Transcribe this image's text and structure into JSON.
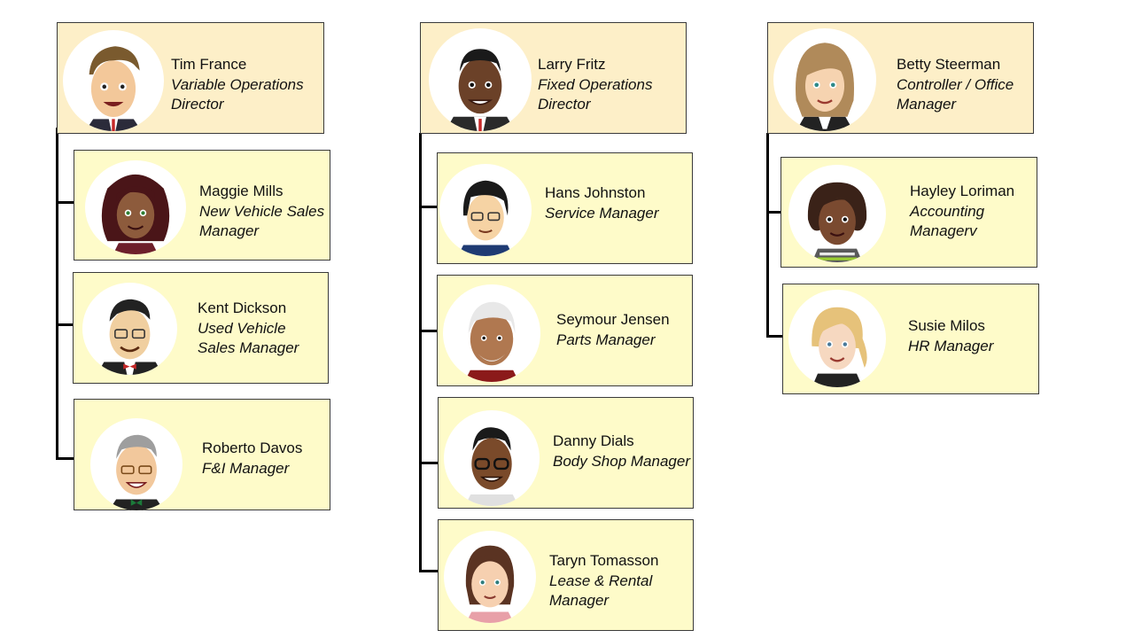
{
  "columns": [
    {
      "head": {
        "name": "Tim France",
        "title": "Variable Operations Director",
        "avatar": "cartoon-man-brown-hair-avatar"
      },
      "reports": [
        {
          "name": "Maggie Mills",
          "title": "New Vehicle Sales Manager",
          "avatar": "cartoon-woman-curly-hair-avatar"
        },
        {
          "name": "Kent Dickson",
          "title": "Used Vehicle Sales Manager",
          "avatar": "cartoon-man-glasses-bowtie-avatar"
        },
        {
          "name": "Roberto Davos",
          "title": "F&I Manager",
          "avatar": "cartoon-man-gray-hair-glasses-avatar"
        }
      ]
    },
    {
      "head": {
        "name": "Larry Fritz",
        "title": "Fixed Operations Director",
        "avatar": "cartoon-man-suit-avatar"
      },
      "reports": [
        {
          "name": "Hans Johnston",
          "title": "Service Manager",
          "avatar": "cartoon-woman-short-hair-glasses-avatar"
        },
        {
          "name": "Seymour Jensen",
          "title": "Parts Manager",
          "avatar": "cartoon-man-white-hair-beard-avatar"
        },
        {
          "name": "Danny Dials",
          "title": "Body Shop Manager",
          "avatar": "cartoon-man-glasses-avatar"
        },
        {
          "name": "Taryn Tomasson",
          "title": "Lease & Rental Manager",
          "avatar": "cartoon-woman-brown-hair-avatar"
        }
      ]
    },
    {
      "head": {
        "name": "Betty Steerman",
        "title": "Controller / Office Manager",
        "avatar": "cartoon-woman-long-hair-avatar"
      },
      "reports": [
        {
          "name": "Hayley Loriman",
          "title": "Accounting Managerv",
          "avatar": "cartoon-woman-bob-hair-avatar"
        },
        {
          "name": "Susie Milos",
          "title": "HR Manager",
          "avatar": "cartoon-woman-blonde-hair-avatar"
        }
      ]
    }
  ],
  "colors": {
    "head_fill": "#fdefc8",
    "report_fill": "#fefbc9",
    "border": "#3a3a3a",
    "connector": "#000000"
  }
}
